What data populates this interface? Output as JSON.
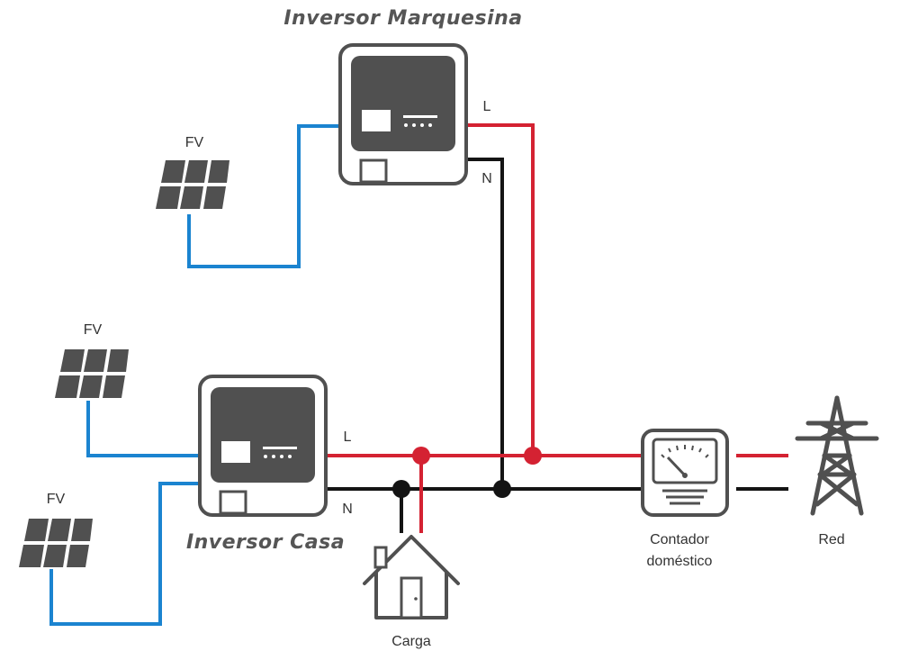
{
  "titles": {
    "inverter_top": "Inversor  Marquesina",
    "inverter_bottom": "Inversor Casa"
  },
  "labels": {
    "pv_top": "FV",
    "pv_middle": "FV",
    "pv_bottom": "FV",
    "line_top": "L",
    "neutral_top": "N",
    "line_bottom": "L",
    "neutral_bottom": "N",
    "load": "Carga",
    "meter_line1": "Contador",
    "meter_line2": "doméstico",
    "grid": "Red"
  },
  "colors": {
    "line": "#d42232",
    "neutral": "#141414",
    "dc": "#1b84d0",
    "icon": "#505050"
  },
  "icons": [
    "solar-panel-icon",
    "inverter-icon",
    "house-icon",
    "meter-icon",
    "transmission-tower-icon"
  ]
}
